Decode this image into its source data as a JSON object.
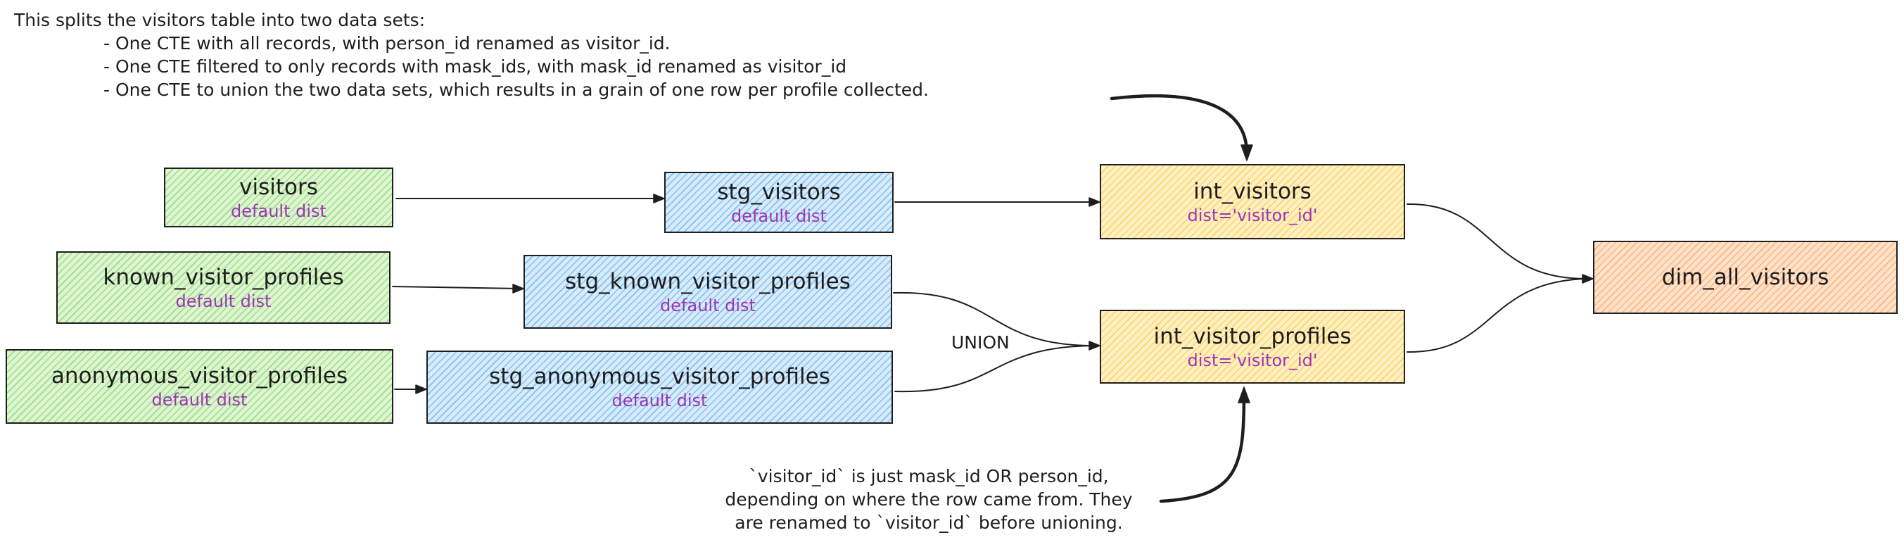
{
  "top_note": {
    "lines": [
      "This splits the visitors table into two data sets:",
      "- One CTE with all records, with person_id renamed as visitor_id.",
      "- One CTE filtered to only records with mask_ids, with mask_id renamed as visitor_id",
      "- One CTE to union the two data sets, which results in a grain of one row per profile collected."
    ]
  },
  "bottom_note": {
    "lines": [
      "`visitor_id` is just mask_id OR person_id,",
      "depending on where the row came from. They",
      "are renamed to `visitor_id` before unioning."
    ]
  },
  "union_label": "UNION",
  "colors": {
    "source_fill": "#dff5cc",
    "staging_fill": "#d6ebfb",
    "intermediate_fill": "#fff0c2",
    "dimension_fill": "#ffe2cc",
    "dist_text": "#9c36b5",
    "stroke": "#1e1e1e"
  },
  "nodes": {
    "visitors": {
      "title": "visitors",
      "dist": "default dist"
    },
    "known_visitor_profiles": {
      "title": "known_visitor_profiles",
      "dist": "default dist"
    },
    "anonymous_visitor_profiles": {
      "title": "anonymous_visitor_profiles",
      "dist": "default dist"
    },
    "stg_visitors": {
      "title": "stg_visitors",
      "dist": "default dist"
    },
    "stg_known_visitor_profiles": {
      "title": "stg_known_visitor_profiles",
      "dist": "default dist"
    },
    "stg_anonymous_visitor_profiles": {
      "title": "stg_anonymous_visitor_profiles",
      "dist": "default dist"
    },
    "int_visitors": {
      "title": "int_visitors",
      "dist": "dist='visitor_id'"
    },
    "int_visitor_profiles": {
      "title": "int_visitor_profiles",
      "dist": "dist='visitor_id'"
    },
    "dim_all_visitors": {
      "title": "dim_all_visitors"
    }
  },
  "edges": [
    {
      "from": "visitors",
      "to": "stg_visitors"
    },
    {
      "from": "known_visitor_profiles",
      "to": "stg_known_visitor_profiles"
    },
    {
      "from": "anonymous_visitor_profiles",
      "to": "stg_anonymous_visitor_profiles"
    },
    {
      "from": "stg_visitors",
      "to": "int_visitors"
    },
    {
      "from": "stg_known_visitor_profiles",
      "to": "int_visitor_profiles",
      "label": "UNION"
    },
    {
      "from": "stg_anonymous_visitor_profiles",
      "to": "int_visitor_profiles",
      "label": "UNION"
    },
    {
      "from": "int_visitors",
      "to": "dim_all_visitors"
    },
    {
      "from": "int_visitor_profiles",
      "to": "dim_all_visitors"
    },
    {
      "from": "top_note",
      "to": "int_visitors"
    },
    {
      "from": "bottom_note",
      "to": "int_visitor_profiles"
    }
  ]
}
